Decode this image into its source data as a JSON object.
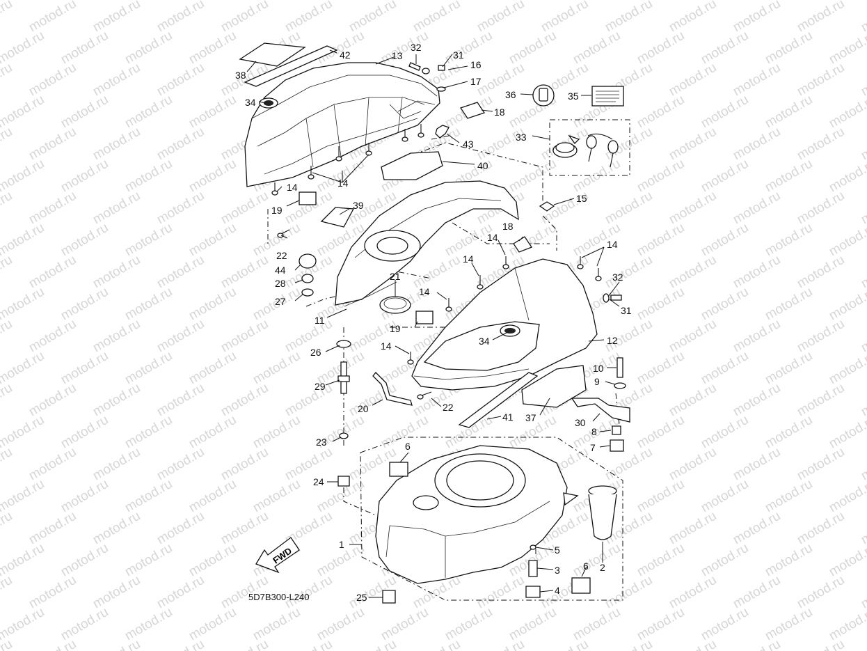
{
  "watermark": "motod.ru",
  "diagram_code": "5D7B300-L240",
  "fwd_arrow_text": "FWD",
  "part_numbers": {
    "p1": "1",
    "p2": "2",
    "p3": "3",
    "p4": "4",
    "p5": "5",
    "p6a": "6",
    "p6b": "6",
    "p7": "7",
    "p8": "8",
    "p9": "9",
    "p10": "10",
    "p11": "11",
    "p12": "12",
    "p13": "13",
    "p14a": "14",
    "p14b": "14",
    "p14c": "14",
    "p14d": "14",
    "p14e": "14",
    "p14f": "14",
    "p14g": "14",
    "p15": "15",
    "p16": "16",
    "p17": "17",
    "p18a": "18",
    "p18b": "18",
    "p19a": "19",
    "p19b": "19",
    "p20": "20",
    "p21": "21",
    "p22a": "22",
    "p22b": "22",
    "p23": "23",
    "p24": "24",
    "p25": "25",
    "p26": "26",
    "p27": "27",
    "p28": "28",
    "p29": "29",
    "p30": "30",
    "p31a": "31",
    "p31b": "31",
    "p32a": "32",
    "p32b": "32",
    "p33": "33",
    "p34a": "34",
    "p34b": "34",
    "p35": "35",
    "p36": "36",
    "p37": "37",
    "p38": "38",
    "p39": "39",
    "p40": "40",
    "p41": "41",
    "p42": "42",
    "p43": "43",
    "p44": "44"
  }
}
